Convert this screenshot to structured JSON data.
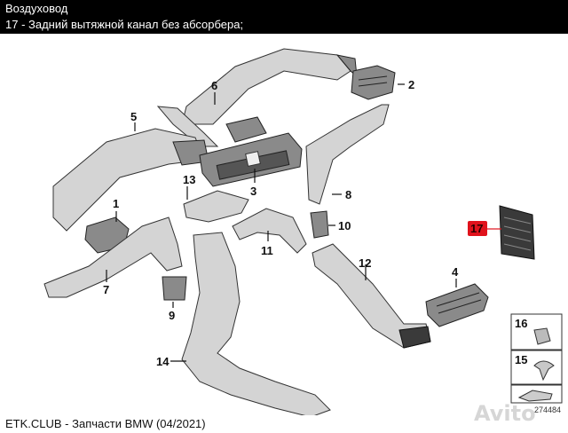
{
  "header": {
    "title": "Воздуховод",
    "subtitle": "17 - Задний вытяжной канал без абсорбера;"
  },
  "callouts": {
    "p1": "1",
    "p2": "2",
    "p3": "3",
    "p4": "4",
    "p5": "5",
    "p6": "6",
    "p7": "7",
    "p8": "8",
    "p9": "9",
    "p10": "10",
    "p11": "11",
    "p12": "12",
    "p13": "13",
    "p14": "14",
    "p15": "15",
    "p16": "16",
    "p17": "17"
  },
  "highlight_color": "#e0121c",
  "catalog_number": "274484",
  "footer": "ETK.CLUB - Запчасти BMW (04/2021)",
  "watermark": "Avito"
}
